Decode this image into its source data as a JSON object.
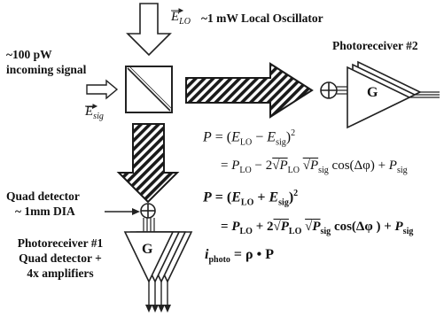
{
  "labels": {
    "lo_power": "~1 mW Local Oscillator",
    "lo_field": "E",
    "lo_field_sub": "LO",
    "sig_power": "~100 pW",
    "sig_name": "incoming signal",
    "sig_field": "E",
    "sig_field_sub": "sig",
    "pr2_title": "Photoreceiver #2",
    "pr2_gain": "G",
    "quad_line1": "Quad detector",
    "quad_line2": "~ 1mm DIA",
    "pr1_line1": "Photoreceiver #1",
    "pr1_line2": "Quad detector +",
    "pr1_line3": "4x amplifiers",
    "pr1_gain": "G"
  },
  "equations": {
    "eq1_lhs": "P",
    "eq1_a": "E",
    "eq1_a_sub": "LO",
    "eq1_op": "−",
    "eq1_b": "E",
    "eq1_b_sub": "sig",
    "eq1_pow": "2",
    "eq2_p1": "P",
    "eq2_p1_sub": "LO",
    "eq2_mid": "− 2",
    "eq2_r1": "P",
    "eq2_r1_sub": "LO",
    "eq2_r2": "P",
    "eq2_r2_sub": "sig",
    "eq2_cos": "cos(Δφ) +",
    "eq2_p2": "P",
    "eq2_p2_sub": "sig",
    "eq3_lhs": "P",
    "eq3_a": "E",
    "eq3_a_sub": "LO",
    "eq3_op": "+",
    "eq3_b": "E",
    "eq3_b_sub": "sig",
    "eq3_pow": "2",
    "eq4_p1": "P",
    "eq4_p1_sub": "LO",
    "eq4_mid": "+ 2",
    "eq4_r1": "P",
    "eq4_r1_sub": "LO",
    "eq4_r2": "P",
    "eq4_r2_sub": "sig",
    "eq4_cos": "cos(Δφ ) +",
    "eq4_p2": "P",
    "eq4_p2_sub": "sig",
    "eq5_lhs": "i",
    "eq5_lhs_sub": "photo",
    "eq5_rhs": "= ρ • P"
  }
}
